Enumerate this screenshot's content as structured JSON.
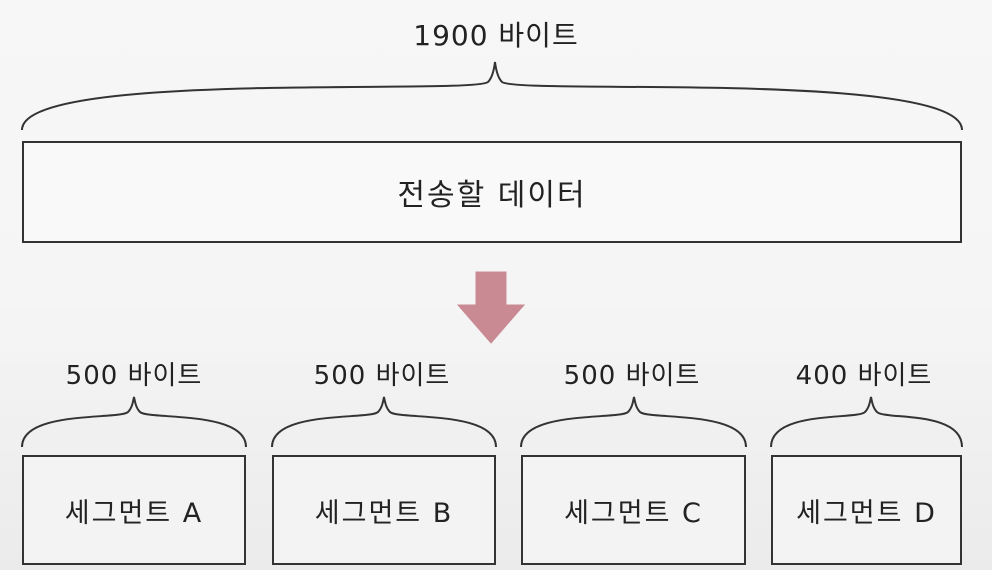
{
  "total": {
    "size_label": "1900 바이트"
  },
  "data_block": {
    "label": "전송할 데이터"
  },
  "arrow": {
    "icon": "down-arrow-icon",
    "color": "#c98a94"
  },
  "segments": [
    {
      "size_label": "500 바이트",
      "label": "세그먼트 A"
    },
    {
      "size_label": "500 바이트",
      "label": "세그먼트 B"
    },
    {
      "size_label": "500 바이트",
      "label": "세그먼트 C"
    },
    {
      "size_label": "400 바이트",
      "label": "세그먼트 D"
    }
  ]
}
